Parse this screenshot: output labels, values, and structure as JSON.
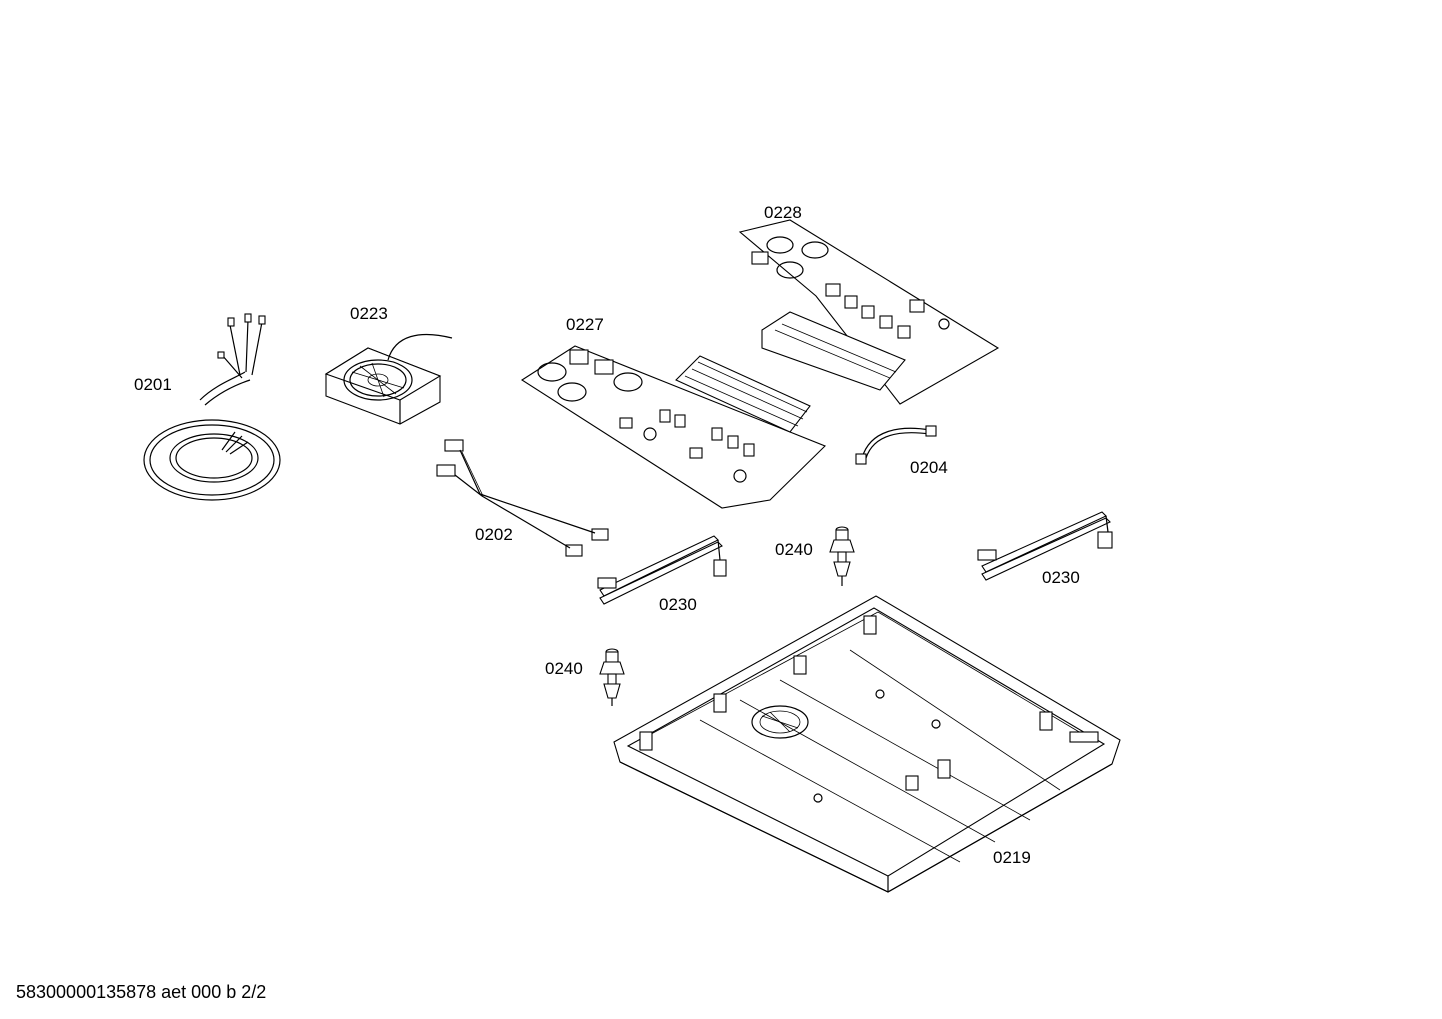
{
  "diagram": {
    "parts": [
      {
        "id": "cable",
        "label": "0201"
      },
      {
        "id": "fan",
        "label": "0223"
      },
      {
        "id": "board-a",
        "label": "0227"
      },
      {
        "id": "board-b",
        "label": "0228"
      },
      {
        "id": "harness",
        "label": "0202"
      },
      {
        "id": "ribbon-small",
        "label": "0204"
      },
      {
        "id": "standoff-1",
        "label": "0240"
      },
      {
        "id": "ribbon-right",
        "label": "0230"
      },
      {
        "id": "ribbon-left",
        "label": "0230"
      },
      {
        "id": "standoff-2",
        "label": "0240"
      },
      {
        "id": "housing",
        "label": "0219"
      }
    ]
  },
  "footer": {
    "text": "58300000135878 aet 000 b 2/2"
  }
}
